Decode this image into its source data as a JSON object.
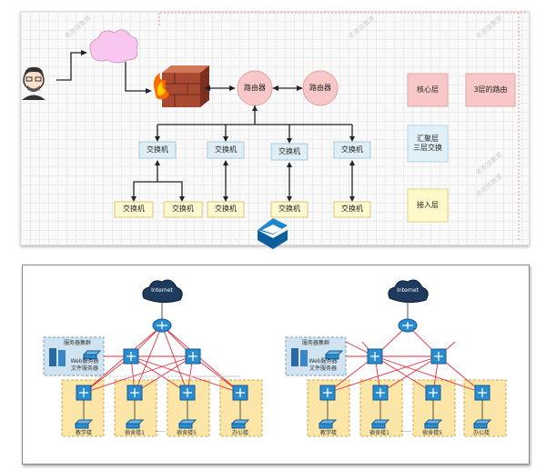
{
  "top": {
    "routers": [
      "路由器",
      "路由器"
    ],
    "agg_switches": [
      "交换机",
      "交换机",
      "交换机",
      "交换机"
    ],
    "access_switches": [
      "交换机",
      "交换机",
      "交换机",
      "交换机",
      "交换机"
    ],
    "legend": {
      "core": "核心层",
      "l3_routing": "3层的路由",
      "agg_line1": "汇聚层",
      "agg_line2": "三层交换",
      "access": "接入层"
    },
    "watermarks": [
      "老男孩教育",
      "老男孩教育",
      "老男孩教育",
      "老男孩教育",
      "老男孩教育"
    ],
    "colors": {
      "grid": "#e8e8e8",
      "cloud": "#f8c8f0",
      "router_fill": "#f8c8c8",
      "switch_fill": "#fff8d0",
      "legend_core": "#f8c8c8",
      "legend_agg": "#dff0f8",
      "legend_access": "#fff8c8"
    }
  },
  "bottom": {
    "left": {
      "cloud": "Internet",
      "server_box": "服务器集群",
      "server_lines": [
        "Web服务器",
        "文件服务器"
      ],
      "buildings": [
        "教学楼",
        "宿舍楼1",
        "宿舍楼5",
        "办公楼"
      ],
      "ellipsis": "……"
    },
    "right": {
      "cloud": "Internet",
      "server_box": "服务器集群",
      "server_lines": [
        "Web服务器",
        "文件服务器"
      ],
      "buildings": [
        "教学楼",
        "宿舍楼1",
        "宿舍楼5",
        "办公楼"
      ],
      "ellipsis": "……"
    },
    "colors": {
      "link": "#e03040",
      "building_fill": "#fbe6a8",
      "server_fill": "#cfe3f0"
    }
  }
}
